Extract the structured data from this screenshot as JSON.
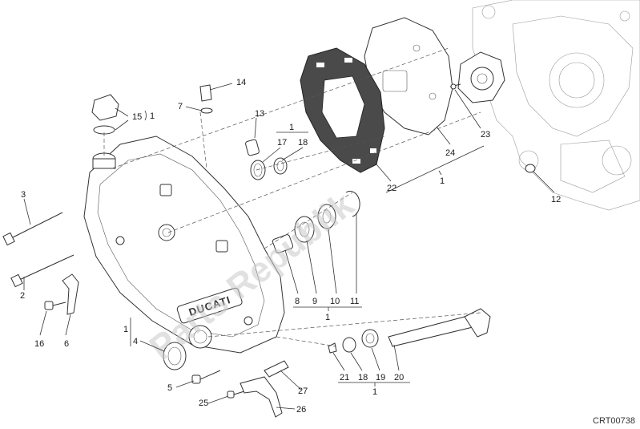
{
  "diagram": {
    "drawing_code": "CRT00738",
    "watermark_text": "Parts Republik",
    "logo_text": "DUCATI",
    "callouts": [
      "1",
      "2",
      "3",
      "4",
      "5",
      "6",
      "7",
      "8",
      "9",
      "10",
      "11",
      "12",
      "13",
      "14",
      "15",
      "16",
      "17",
      "18",
      "19",
      "20",
      "21",
      "22",
      "23",
      "24",
      "25",
      "26",
      "27"
    ],
    "group_labels": [
      {
        "id": "g-8-11",
        "label": "1"
      },
      {
        "id": "g-17-18",
        "label": "1"
      },
      {
        "id": "g-21-20",
        "label": "1"
      },
      {
        "id": "g-22-24",
        "label": "1"
      },
      {
        "id": "g-15",
        "label": "1"
      },
      {
        "id": "g-4",
        "label": "1"
      }
    ]
  }
}
